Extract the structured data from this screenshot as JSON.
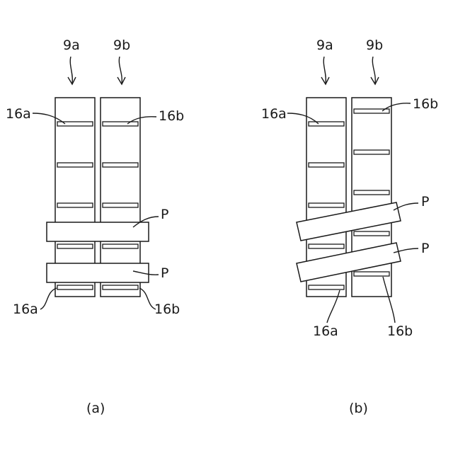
{
  "panel_a": {
    "caption": "(a)",
    "conveyor_left": "9a",
    "conveyor_right": "9b",
    "holder_left_top": "16a",
    "holder_right_top": "16b",
    "holder_left_bottom": "16a",
    "holder_right_bottom": "16b",
    "product_upper": "P",
    "product_lower": "P"
  },
  "panel_b": {
    "caption": "(b)",
    "conveyor_left": "9a",
    "conveyor_right": "9b",
    "holder_left_top": "16a",
    "holder_right_top": "16b",
    "holder_left_bottom": "16a",
    "holder_right_bottom": "16b",
    "product_upper": "P",
    "product_lower": "P"
  }
}
